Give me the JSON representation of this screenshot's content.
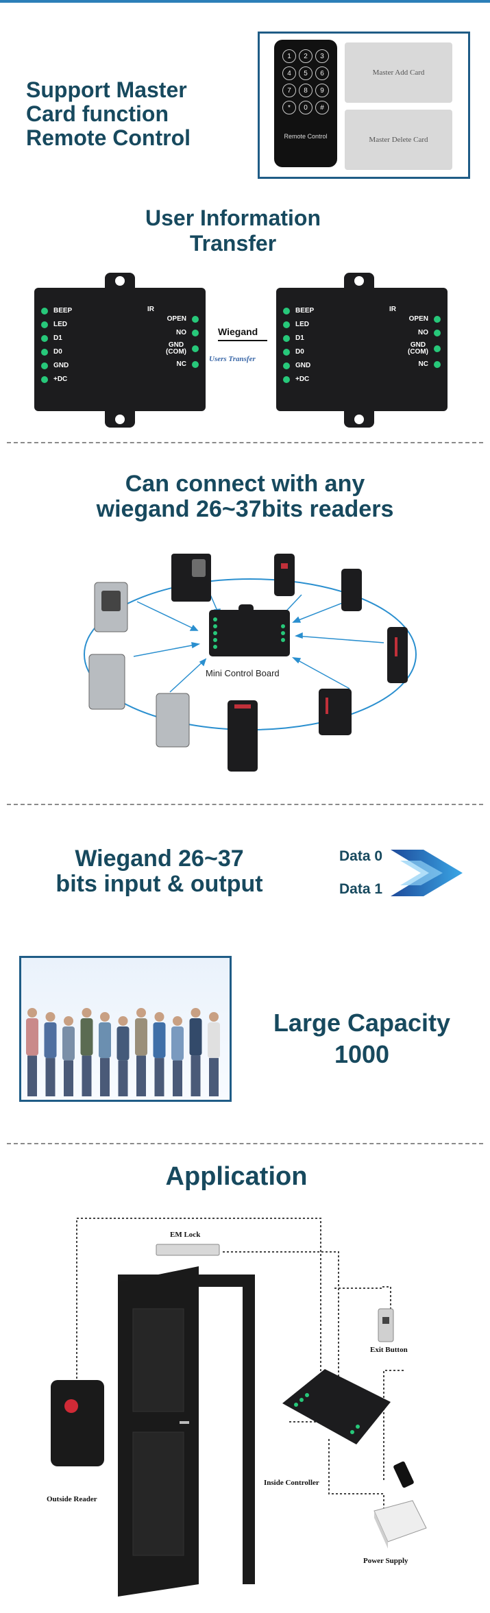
{
  "section1": {
    "title_lines": [
      "Support Master",
      "Card function",
      "Remote Control"
    ],
    "remote_keys": [
      "1",
      "2",
      "3",
      "4",
      "5",
      "6",
      "7",
      "8",
      "9",
      "*",
      "0",
      "#"
    ],
    "remote_label": "Remote Control",
    "card_add": "Master Add Card",
    "card_delete": "Master Delete Card"
  },
  "section2": {
    "title_lines": [
      "User Information",
      "Transfer"
    ],
    "left_labels": [
      "BEEP",
      "LED",
      "D1",
      "D0",
      "GND",
      "+DC"
    ],
    "right_labels": [
      "OPEN",
      "NO",
      "GND\n(COM)",
      "NC"
    ],
    "ir_label": "IR",
    "wiegand": "Wiegand",
    "users_transfer": "Users Transfer"
  },
  "section3": {
    "title_lines": [
      "Can connect with any",
      "wiegand 26~37bits readers"
    ],
    "board_label": "Mini Control Board"
  },
  "section4": {
    "title_lines": [
      "Wiegand 26~37",
      "bits input & output"
    ],
    "data0": "Data 0",
    "data1": "Data 1"
  },
  "section5": {
    "title_lines": [
      "Large Capacity",
      "1000"
    ]
  },
  "section6": {
    "title": "Application",
    "em_lock": "EM Lock",
    "exit_button": "Exit Button",
    "outside_reader": "Outside Reader",
    "inside_controller": "Inside Controller",
    "power_supply": "Power Supply"
  },
  "colors": {
    "heading": "#17495e",
    "accent_blue": "#2c7fb8",
    "device_black": "#1c1c1e",
    "terminal_green": "#27c87a"
  }
}
